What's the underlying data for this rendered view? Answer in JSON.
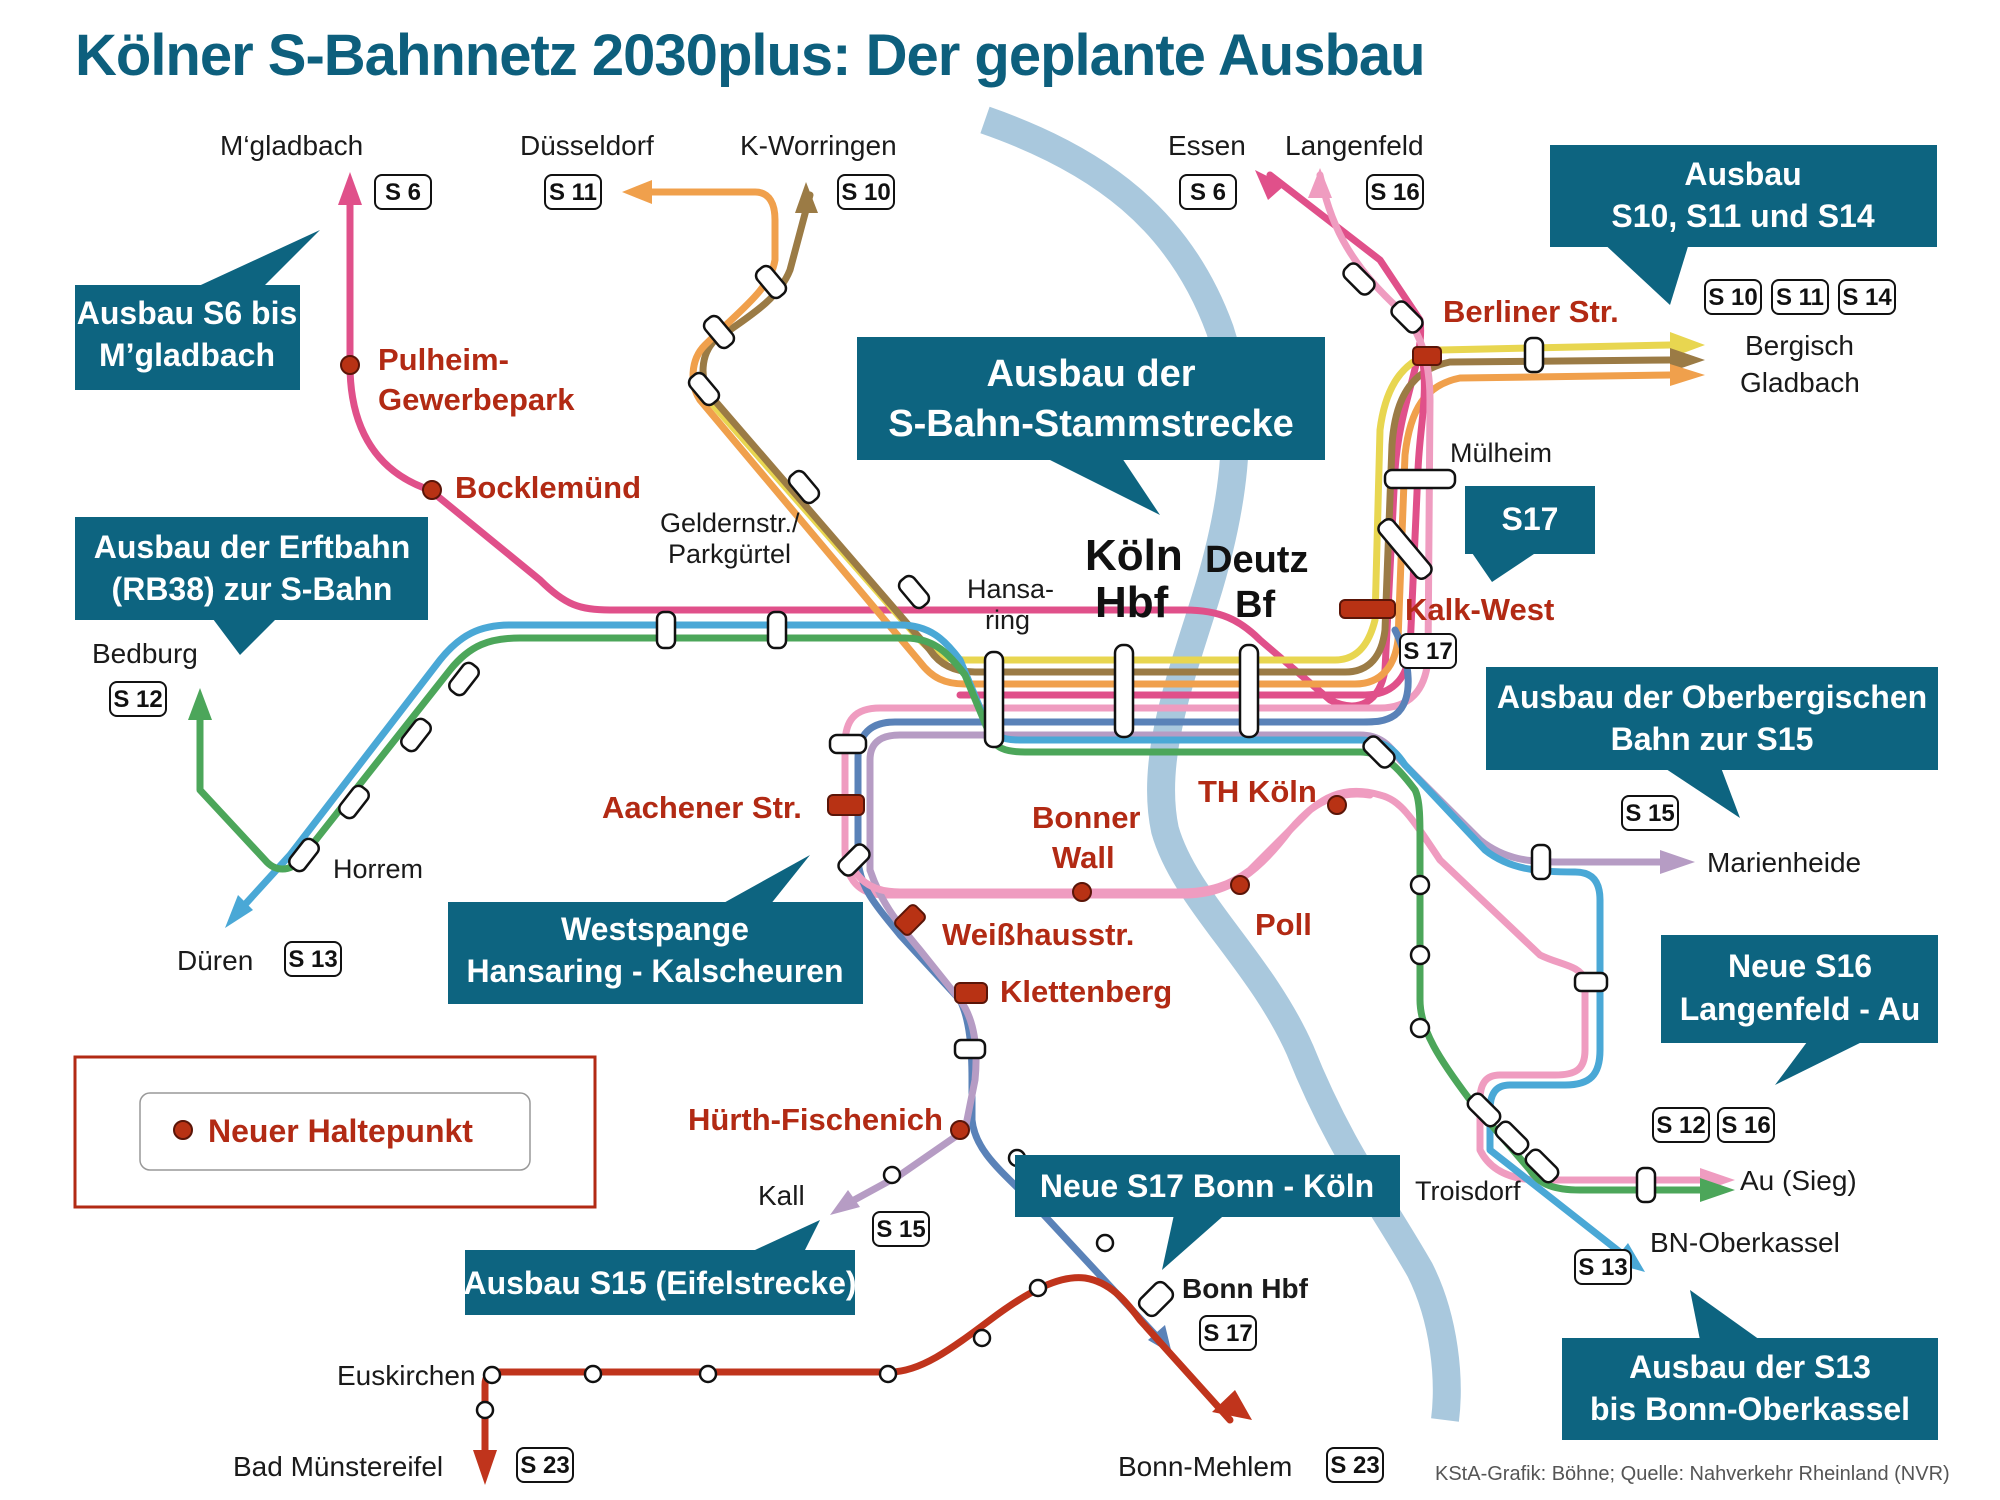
{
  "title": "Kölner S-Bahnnetz 2030plus: Der geplante Ausbau",
  "credit": "KStA-Grafik: Böhne; Quelle: Nahverkehr Rheinland (NVR)",
  "colors": {
    "callout_bg": "#0d6480",
    "title": "#0d5f7d",
    "new_stop": "#b22a14",
    "river": "#a9c8dd",
    "S6": "#e0508a",
    "S10": "#9b7b45",
    "S11": "#f0a04c",
    "S12": "#4ca65a",
    "S13": "#4aa8d6",
    "S14": "#e8d650",
    "S15": "#b69cc4",
    "S16": "#ef9cc0",
    "S17": "#5a82b8",
    "S23": "#c0341c"
  },
  "legend": {
    "icon": "new-stop-dot-icon",
    "label": "Neuer Haltepunkt"
  },
  "callouts": {
    "s6": [
      "Ausbau S6 bis",
      "M’gladbach"
    ],
    "s10_s11_s14": [
      "Ausbau",
      "S10, S11 und S14"
    ],
    "stammstrecke": [
      "Ausbau der",
      "S-Bahn-Stammstrecke"
    ],
    "erftbahn": [
      "Ausbau der Erftbahn",
      "(RB38) zur S-Bahn"
    ],
    "s17": [
      "S17"
    ],
    "oberbergische": [
      "Ausbau der Oberbergischen",
      "Bahn zur S15"
    ],
    "westspange": [
      "Westspange",
      "Hansaring - Kalscheuren"
    ],
    "neue_s16": [
      "Neue S16",
      "Langenfeld - Au"
    ],
    "s15_eifel": [
      "Ausbau S15 (Eifelstrecke)"
    ],
    "neue_s17": [
      "Neue S17 Bonn - Köln"
    ],
    "s13": [
      "Ausbau der S13",
      "bis Bonn-Oberkassel"
    ]
  },
  "destinations": {
    "mgladbach": "M‘gladbach",
    "duesseldorf": "Düsseldorf",
    "worringen": "K-Worringen",
    "essen": "Essen",
    "langenfeld": "Langenfeld",
    "bergisch_gladbach": [
      "Bergisch",
      "Gladbach"
    ],
    "bedburg": "Bedburg",
    "dueren": "Düren",
    "marienheide": "Marienheide",
    "au_sieg": "Au (Sieg)",
    "bn_oberkassel": "BN-Oberkassel",
    "kall": "Kall",
    "euskirchen": "Euskirchen",
    "bad_muenstereifel": "Bad Münstereifel",
    "bonn_hbf": "Bonn Hbf",
    "bonn_mehlem": "Bonn-Mehlem"
  },
  "stations": {
    "horrem": "Horrem",
    "geldernstr": [
      "Geldernstr./",
      "Parkgürtel"
    ],
    "hansaring": [
      "Hansa-",
      "ring"
    ],
    "koeln_hbf": [
      "Köln",
      "Hbf"
    ],
    "deutz": [
      "Deutz",
      "Bf"
    ],
    "muelheim": "Mülheim",
    "troisdorf": "Troisdorf"
  },
  "new_stops": {
    "pulheim": [
      "Pulheim-",
      "Gewerbepark"
    ],
    "bocklemuend": "Bocklemünd",
    "berliner_str": "Berliner Str.",
    "kalk_west": "Kalk-West",
    "aachener_str": "Aachener Str.",
    "bonner_wall": [
      "Bonner",
      "Wall"
    ],
    "th_koeln": "TH Köln",
    "poll": "Poll",
    "weisshausstr": "Weißhausstr.",
    "klettenberg": "Klettenberg",
    "huerth_fischenich": "Hürth-Fischenich"
  },
  "badges": {
    "mgladbach_s6": "S 6",
    "duesseldorf_s11": "S 11",
    "worringen_s10": "S 10",
    "essen_s6": "S 6",
    "langenfeld_s16": "S 16",
    "bg_s10": "S 10",
    "bg_s11": "S 11",
    "bg_s14": "S 14",
    "bedburg_s12": "S 12",
    "dueren_s13": "S 13",
    "kalk_s17": "S 17",
    "marienheide_s15": "S 15",
    "au_s12": "S 12",
    "au_s16": "S 16",
    "oberkassel_s13": "S 13",
    "kall_s15": "S 15",
    "bonn_s17": "S 17",
    "muenstereifel_s23": "S 23",
    "mehlem_s23": "S 23"
  }
}
